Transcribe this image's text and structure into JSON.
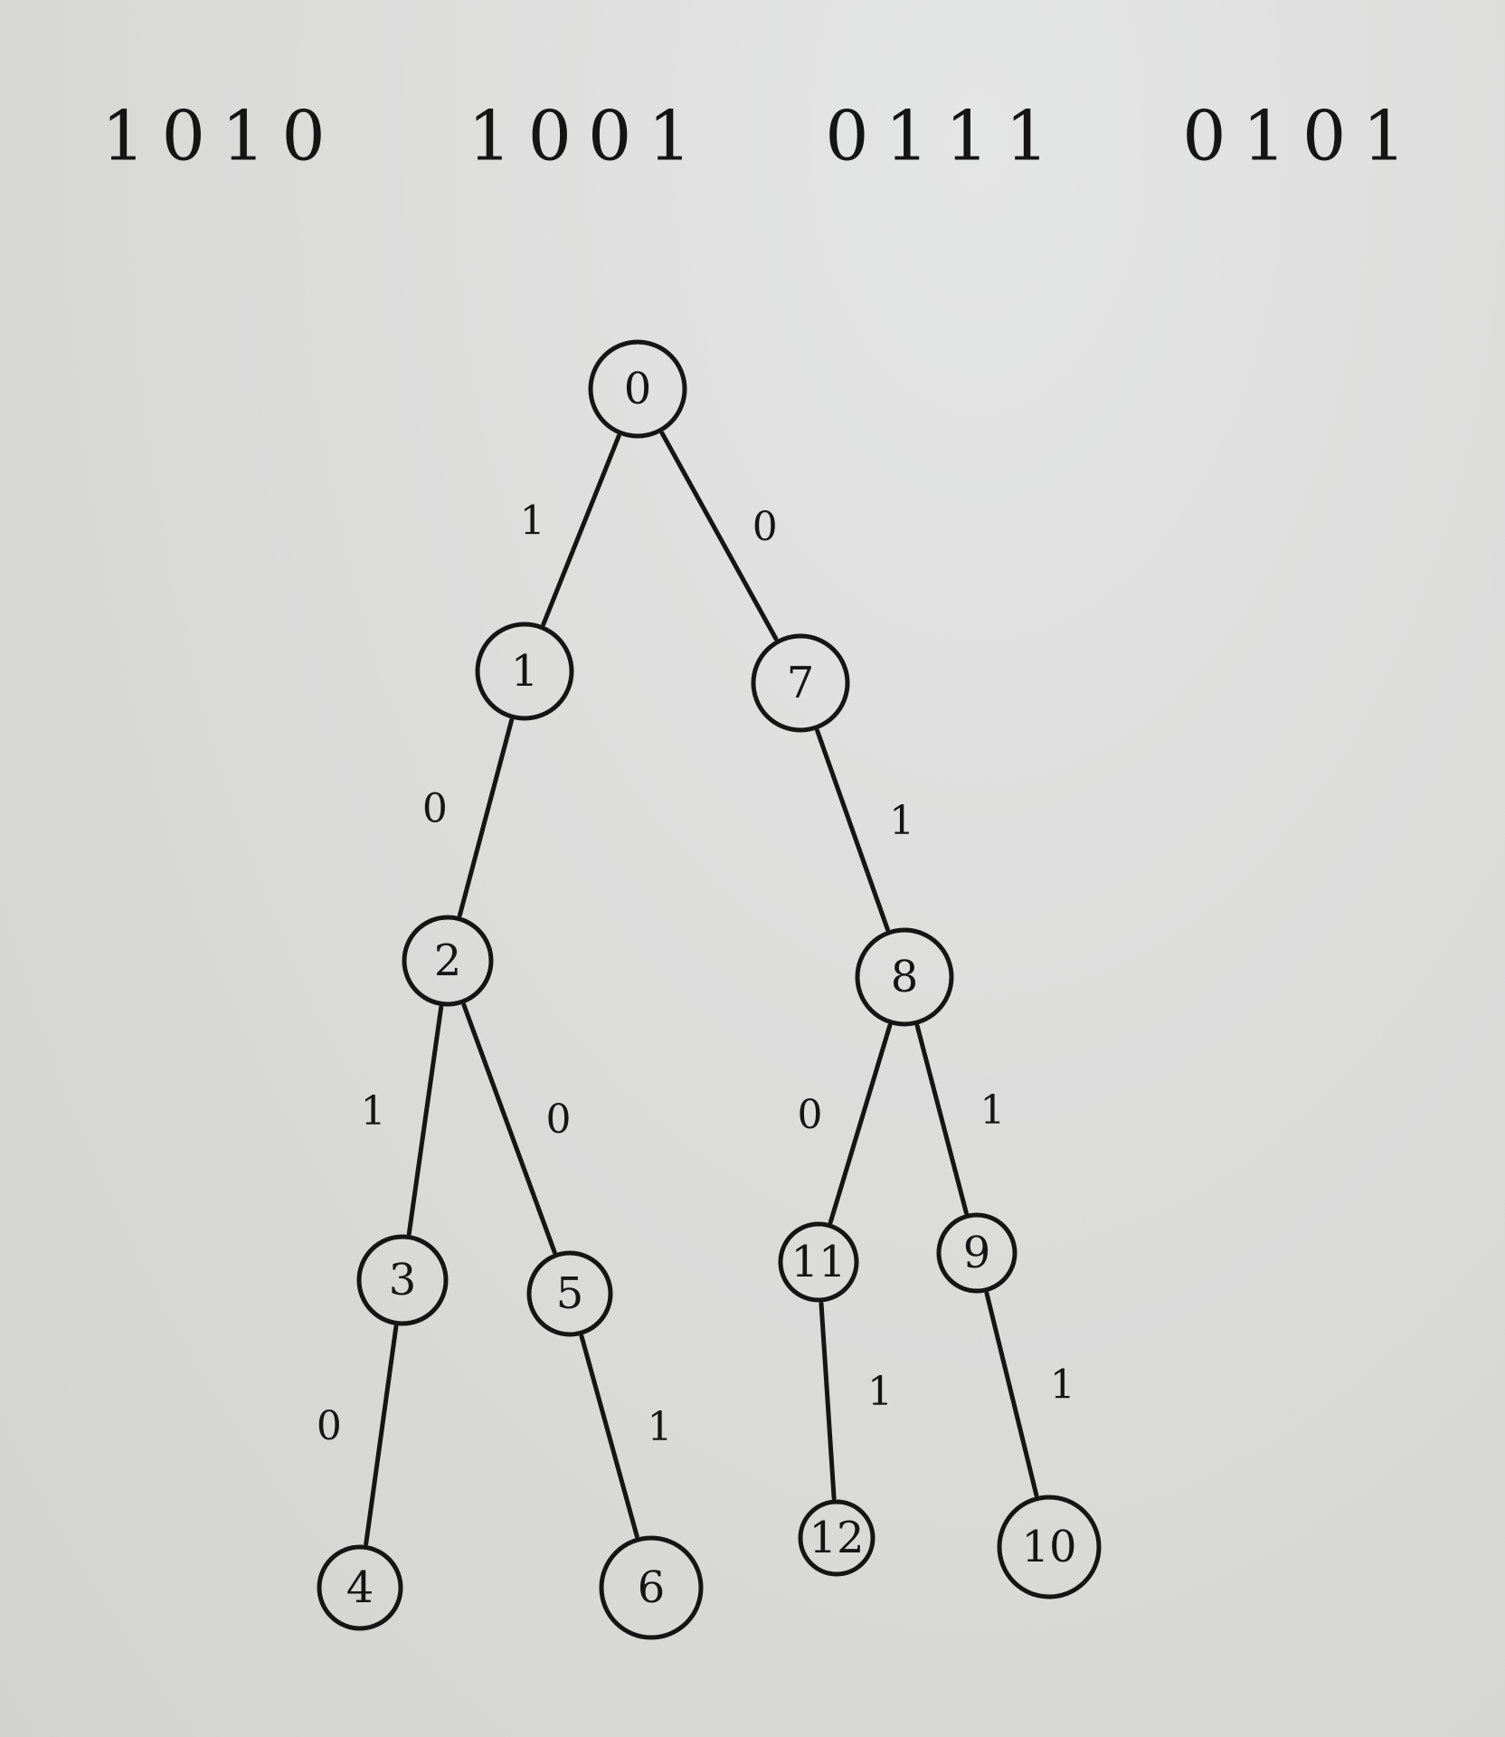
{
  "codes": [
    "1010",
    "1001",
    "0111",
    "0101"
  ],
  "nodes": [
    "0",
    "1",
    "2",
    "3",
    "4",
    "5",
    "6",
    "7",
    "8",
    "9",
    "10",
    "11",
    "12"
  ],
  "edges": [
    {
      "from": "0",
      "to": "1",
      "label": "1"
    },
    {
      "from": "0",
      "to": "7",
      "label": "0"
    },
    {
      "from": "1",
      "to": "2",
      "label": "0"
    },
    {
      "from": "2",
      "to": "3",
      "label": "1"
    },
    {
      "from": "2",
      "to": "5",
      "label": "0"
    },
    {
      "from": "3",
      "to": "4",
      "label": "0"
    },
    {
      "from": "5",
      "to": "6",
      "label": "1"
    },
    {
      "from": "7",
      "to": "8",
      "label": "1"
    },
    {
      "from": "8",
      "to": "11",
      "label": "0"
    },
    {
      "from": "8",
      "to": "9",
      "label": "1"
    },
    {
      "from": "11",
      "to": "12",
      "label": "1"
    },
    {
      "from": "9",
      "to": "10",
      "label": "1"
    }
  ]
}
